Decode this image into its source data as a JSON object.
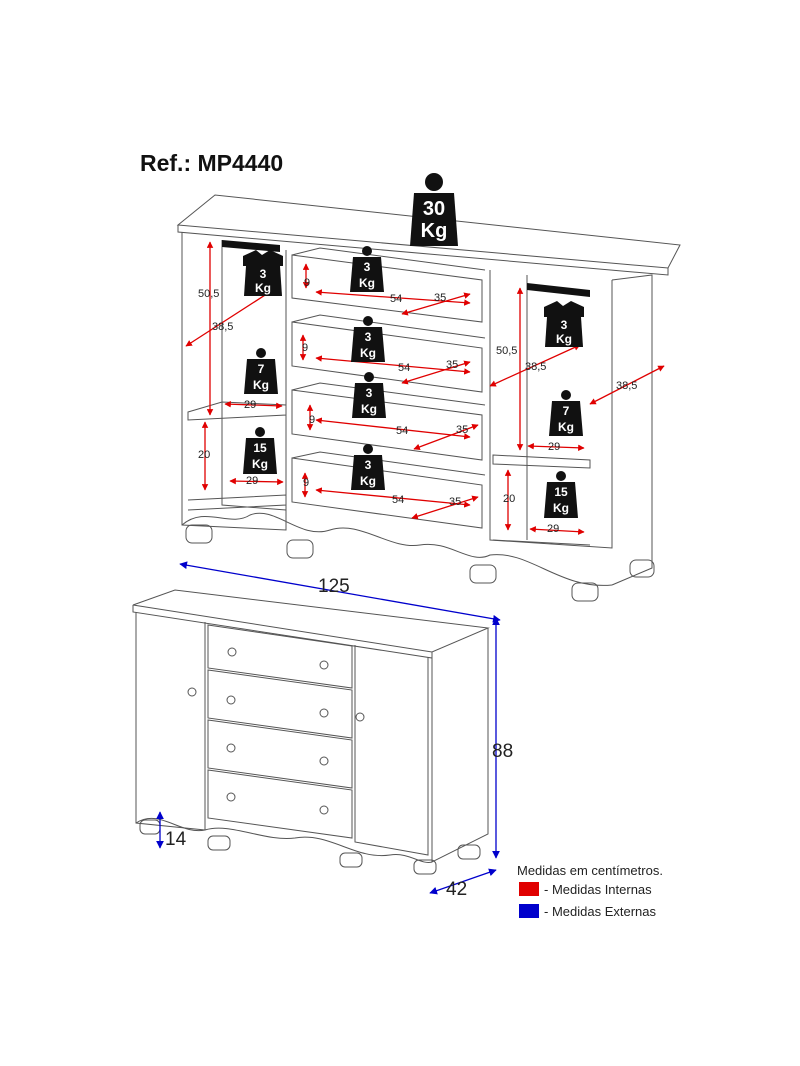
{
  "ref_label": "Ref.: MP4440",
  "colors": {
    "internal": "#e00000",
    "external": "#0000cc",
    "weight_tag": "#111111"
  },
  "weights": {
    "top": {
      "num": "30",
      "unit": "Kg"
    },
    "hanger_left": {
      "num": "3",
      "unit": "Kg"
    },
    "hanger_right": {
      "num": "3",
      "unit": "Kg"
    },
    "drawer1": {
      "num": "3",
      "unit": "Kg"
    },
    "drawer2": {
      "num": "3",
      "unit": "Kg"
    },
    "drawer3": {
      "num": "3",
      "unit": "Kg"
    },
    "drawer4": {
      "num": "3",
      "unit": "Kg"
    },
    "shelf_left_top": {
      "num": "7",
      "unit": "Kg"
    },
    "shelf_left_bottom": {
      "num": "15",
      "unit": "Kg"
    },
    "shelf_right_top": {
      "num": "7",
      "unit": "Kg"
    },
    "shelf_right_bottom": {
      "num": "15",
      "unit": "Kg"
    }
  },
  "internal_dims": {
    "left_height": "50,5",
    "left_depth": "38,5",
    "left_shelf_width": "29",
    "left_bottom_height": "20",
    "left_bottom_width": "29",
    "drawer_height": "9",
    "drawer_width": "54",
    "drawer_depth": "35",
    "right_height": "50,5",
    "right_depth": "38,5",
    "right_shelf_width": "29",
    "right_bottom_height": "20",
    "right_bottom_width": "29"
  },
  "external_dims": {
    "right_depth": "38,5",
    "width": "125",
    "height": "88",
    "feet": "14",
    "depth": "42"
  },
  "legend": {
    "title": "Medidas em centímetros.",
    "internal": "- Medidas Internas",
    "external": "- Medidas Externas"
  }
}
